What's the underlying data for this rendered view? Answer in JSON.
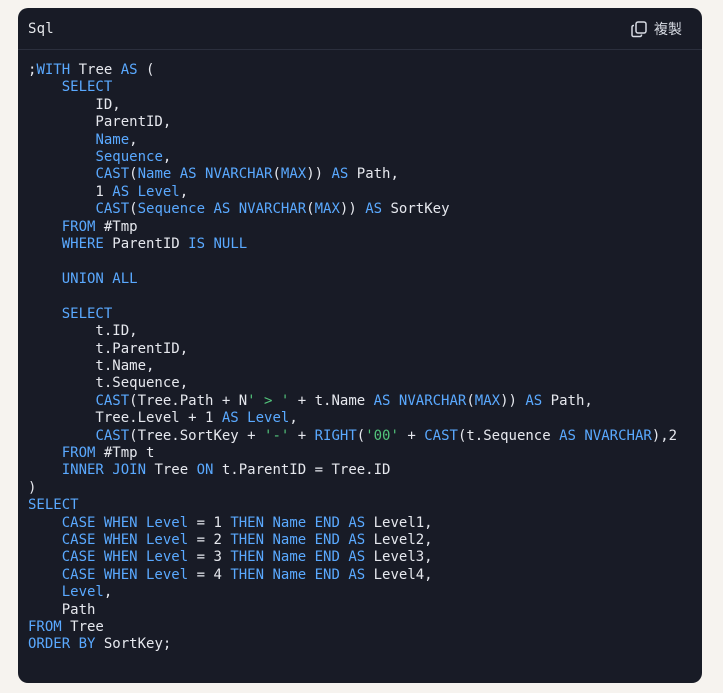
{
  "header": {
    "language": "Sql",
    "copy_label": "複製"
  },
  "theme": {
    "background": "#f6f3ef",
    "card": "#181b26",
    "keyword": "#5aa9ff",
    "string": "#52c47b",
    "text": "#e6e8ee"
  },
  "code": {
    "lines": [
      [
        {
          "t": ";",
          "c": "pn"
        },
        {
          "t": "WITH",
          "c": "kw"
        },
        {
          "t": " Tree ",
          "c": "pn"
        },
        {
          "t": "AS",
          "c": "kw"
        },
        {
          "t": " (",
          "c": "pn"
        }
      ],
      [
        {
          "t": "    ",
          "c": "pn"
        },
        {
          "t": "SELECT",
          "c": "kw"
        }
      ],
      [
        {
          "t": "        ID,",
          "c": "pn"
        }
      ],
      [
        {
          "t": "        ParentID,",
          "c": "pn"
        }
      ],
      [
        {
          "t": "        ",
          "c": "pn"
        },
        {
          "t": "Name",
          "c": "kw"
        },
        {
          "t": ",",
          "c": "pn"
        }
      ],
      [
        {
          "t": "        ",
          "c": "pn"
        },
        {
          "t": "Sequence",
          "c": "kw"
        },
        {
          "t": ",",
          "c": "pn"
        }
      ],
      [
        {
          "t": "        ",
          "c": "pn"
        },
        {
          "t": "CAST",
          "c": "kw"
        },
        {
          "t": "(",
          "c": "pn"
        },
        {
          "t": "Name AS NVARCHAR",
          "c": "kw"
        },
        {
          "t": "(",
          "c": "pn"
        },
        {
          "t": "MAX",
          "c": "kw"
        },
        {
          "t": ")) ",
          "c": "pn"
        },
        {
          "t": "AS",
          "c": "kw"
        },
        {
          "t": " Path,",
          "c": "pn"
        }
      ],
      [
        {
          "t": "        1 ",
          "c": "pn"
        },
        {
          "t": "AS Level",
          "c": "kw"
        },
        {
          "t": ",",
          "c": "pn"
        }
      ],
      [
        {
          "t": "        ",
          "c": "pn"
        },
        {
          "t": "CAST",
          "c": "kw"
        },
        {
          "t": "(",
          "c": "pn"
        },
        {
          "t": "Sequence AS NVARCHAR",
          "c": "kw"
        },
        {
          "t": "(",
          "c": "pn"
        },
        {
          "t": "MAX",
          "c": "kw"
        },
        {
          "t": ")) ",
          "c": "pn"
        },
        {
          "t": "AS",
          "c": "kw"
        },
        {
          "t": " SortKey",
          "c": "pn"
        }
      ],
      [
        {
          "t": "    ",
          "c": "pn"
        },
        {
          "t": "FROM",
          "c": "kw"
        },
        {
          "t": " #Tmp",
          "c": "pn"
        }
      ],
      [
        {
          "t": "    ",
          "c": "pn"
        },
        {
          "t": "WHERE",
          "c": "kw"
        },
        {
          "t": " ParentID ",
          "c": "pn"
        },
        {
          "t": "IS NULL",
          "c": "kw"
        }
      ],
      [
        {
          "t": "",
          "c": "pn"
        }
      ],
      [
        {
          "t": "    ",
          "c": "pn"
        },
        {
          "t": "UNION ALL",
          "c": "kw"
        }
      ],
      [
        {
          "t": "",
          "c": "pn"
        }
      ],
      [
        {
          "t": "    ",
          "c": "pn"
        },
        {
          "t": "SELECT",
          "c": "kw"
        }
      ],
      [
        {
          "t": "        t.ID,",
          "c": "pn"
        }
      ],
      [
        {
          "t": "        t.ParentID,",
          "c": "pn"
        }
      ],
      [
        {
          "t": "        t.Name,",
          "c": "pn"
        }
      ],
      [
        {
          "t": "        t.Sequence,",
          "c": "pn"
        }
      ],
      [
        {
          "t": "        ",
          "c": "pn"
        },
        {
          "t": "CAST",
          "c": "kw"
        },
        {
          "t": "(Tree.Path + N",
          "c": "pn"
        },
        {
          "t": "' > '",
          "c": "str"
        },
        {
          "t": " + t.Name ",
          "c": "pn"
        },
        {
          "t": "AS NVARCHAR",
          "c": "kw"
        },
        {
          "t": "(",
          "c": "pn"
        },
        {
          "t": "MAX",
          "c": "kw"
        },
        {
          "t": ")) ",
          "c": "pn"
        },
        {
          "t": "AS",
          "c": "kw"
        },
        {
          "t": " Path,",
          "c": "pn"
        }
      ],
      [
        {
          "t": "        Tree.Level + 1 ",
          "c": "pn"
        },
        {
          "t": "AS Level",
          "c": "kw"
        },
        {
          "t": ",",
          "c": "pn"
        }
      ],
      [
        {
          "t": "        ",
          "c": "pn"
        },
        {
          "t": "CAST",
          "c": "kw"
        },
        {
          "t": "(Tree.SortKey + ",
          "c": "pn"
        },
        {
          "t": "'-'",
          "c": "str"
        },
        {
          "t": " + ",
          "c": "pn"
        },
        {
          "t": "RIGHT",
          "c": "kw"
        },
        {
          "t": "(",
          "c": "pn"
        },
        {
          "t": "'00'",
          "c": "str"
        },
        {
          "t": " + ",
          "c": "pn"
        },
        {
          "t": "CAST",
          "c": "kw"
        },
        {
          "t": "(t.Sequence ",
          "c": "pn"
        },
        {
          "t": "AS NVARCHAR",
          "c": "kw"
        },
        {
          "t": "),2",
          "c": "pn"
        }
      ],
      [
        {
          "t": "    ",
          "c": "pn"
        },
        {
          "t": "FROM",
          "c": "kw"
        },
        {
          "t": " #Tmp t",
          "c": "pn"
        }
      ],
      [
        {
          "t": "    ",
          "c": "pn"
        },
        {
          "t": "INNER JOIN",
          "c": "kw"
        },
        {
          "t": " Tree ",
          "c": "pn"
        },
        {
          "t": "ON",
          "c": "kw"
        },
        {
          "t": " t.ParentID = Tree.ID",
          "c": "pn"
        }
      ],
      [
        {
          "t": ")",
          "c": "pn"
        }
      ],
      [
        {
          "t": "SELECT",
          "c": "kw"
        }
      ],
      [
        {
          "t": "    ",
          "c": "pn"
        },
        {
          "t": "CASE WHEN Level",
          "c": "kw"
        },
        {
          "t": " = 1 ",
          "c": "pn"
        },
        {
          "t": "THEN Name END AS",
          "c": "kw"
        },
        {
          "t": " Level1,",
          "c": "pn"
        }
      ],
      [
        {
          "t": "    ",
          "c": "pn"
        },
        {
          "t": "CASE WHEN Level",
          "c": "kw"
        },
        {
          "t": " = 2 ",
          "c": "pn"
        },
        {
          "t": "THEN Name END AS",
          "c": "kw"
        },
        {
          "t": " Level2,",
          "c": "pn"
        }
      ],
      [
        {
          "t": "    ",
          "c": "pn"
        },
        {
          "t": "CASE WHEN Level",
          "c": "kw"
        },
        {
          "t": " = 3 ",
          "c": "pn"
        },
        {
          "t": "THEN Name END AS",
          "c": "kw"
        },
        {
          "t": " Level3,",
          "c": "pn"
        }
      ],
      [
        {
          "t": "    ",
          "c": "pn"
        },
        {
          "t": "CASE WHEN Level",
          "c": "kw"
        },
        {
          "t": " = 4 ",
          "c": "pn"
        },
        {
          "t": "THEN Name END AS",
          "c": "kw"
        },
        {
          "t": " Level4,",
          "c": "pn"
        }
      ],
      [
        {
          "t": "    ",
          "c": "pn"
        },
        {
          "t": "Level",
          "c": "kw"
        },
        {
          "t": ",",
          "c": "pn"
        }
      ],
      [
        {
          "t": "    Path",
          "c": "pn"
        }
      ],
      [
        {
          "t": "FROM",
          "c": "kw"
        },
        {
          "t": " Tree",
          "c": "pn"
        }
      ],
      [
        {
          "t": "ORDER BY",
          "c": "kw"
        },
        {
          "t": " SortKey;",
          "c": "pn"
        }
      ]
    ]
  }
}
